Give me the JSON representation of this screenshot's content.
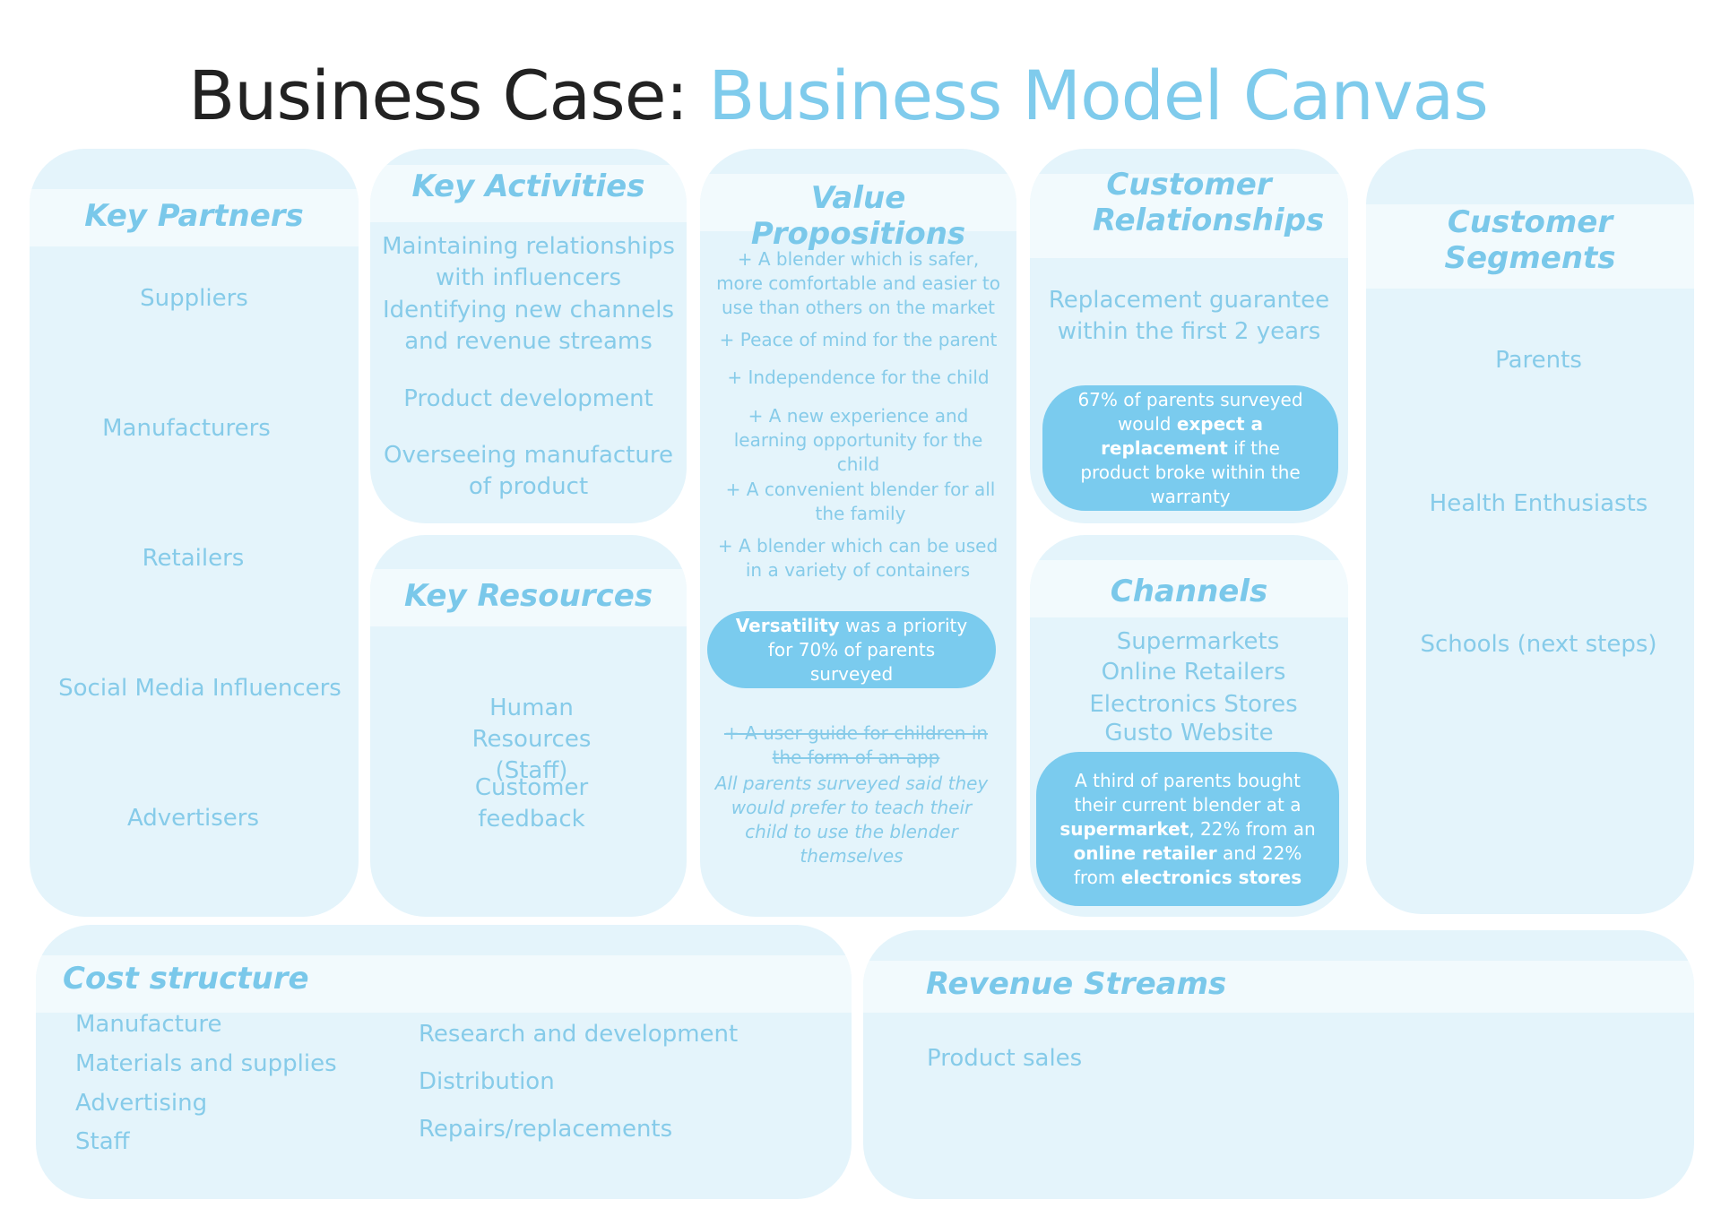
{
  "title": {
    "prefix": "Business Case:",
    "main": "Business Model Canvas"
  },
  "key_partners": {
    "heading": "Key Partners",
    "items": [
      "Suppliers",
      "Manufacturers",
      "Retailers",
      "Social Media Influencers",
      "Advertisers"
    ]
  },
  "key_activities": {
    "heading": "Key Activities",
    "items": [
      "Maintaining relationships with influencers",
      "Identifying new channels and revenue  streams",
      "Product development",
      "Overseeing manufacture of product"
    ]
  },
  "key_resources": {
    "heading": "Key Resources",
    "items": [
      "Human Resources (Staff)",
      "Customer feedback"
    ]
  },
  "value_propositions": {
    "heading": "Value Propositions",
    "items": [
      "+ A blender which is safer, more comfortable and easier to use than others on the market",
      "+ Peace of mind for the parent",
      "+ Independence for the child",
      "+ A new experience and learning opportunity for the child",
      "+ A convenient blender for all the family",
      "+ A blender which can be used in a variety of containers"
    ],
    "stat": {
      "bold": "Versatility",
      "rest": "was a priority for 70% of parents surveyed"
    },
    "struck_item": "+ A user guide for children in the form of an app",
    "struck_note": "All parents surveyed said they would prefer to teach their child to use the blender themselves"
  },
  "customer_relationships": {
    "heading": "Customer Relationships",
    "items": [
      "Replacement guarantee within the first 2 years"
    ],
    "stat": {
      "pre": "67% of parents surveyed would",
      "bold": "expect a replacement",
      "post": "if the product broke within the warranty"
    }
  },
  "channels": {
    "heading": "Channels",
    "items": [
      "Supermarkets",
      "Online Retailers",
      "Electronics Stores",
      "Gusto Website"
    ],
    "stat": {
      "p1": "A third of parents bought their current blender at a",
      "b1": "supermarket",
      "p2": ", 22% from an",
      "b2": "online retailer",
      "p3": "and 22% from",
      "b3": "electronics stores"
    }
  },
  "customer_segments": {
    "heading": "Customer Segments",
    "items": [
      "Parents",
      "Health Enthusiasts",
      "Schools (next steps)"
    ]
  },
  "cost_structure": {
    "heading": "Cost structure",
    "col1": [
      "Manufacture",
      "Materials and supplies",
      "Advertising",
      "Staff"
    ],
    "col2": [
      "Research and development",
      "Distribution",
      "Repairs/replacements"
    ]
  },
  "revenue_streams": {
    "heading": "Revenue Streams",
    "items": [
      "Product sales"
    ]
  },
  "colors": {
    "card_fill": "#e4f4fb",
    "band_fill": "#f2fafd",
    "accent": "#7fcbec",
    "pill_fill": "#7acbee",
    "title_dark": "#222222"
  }
}
